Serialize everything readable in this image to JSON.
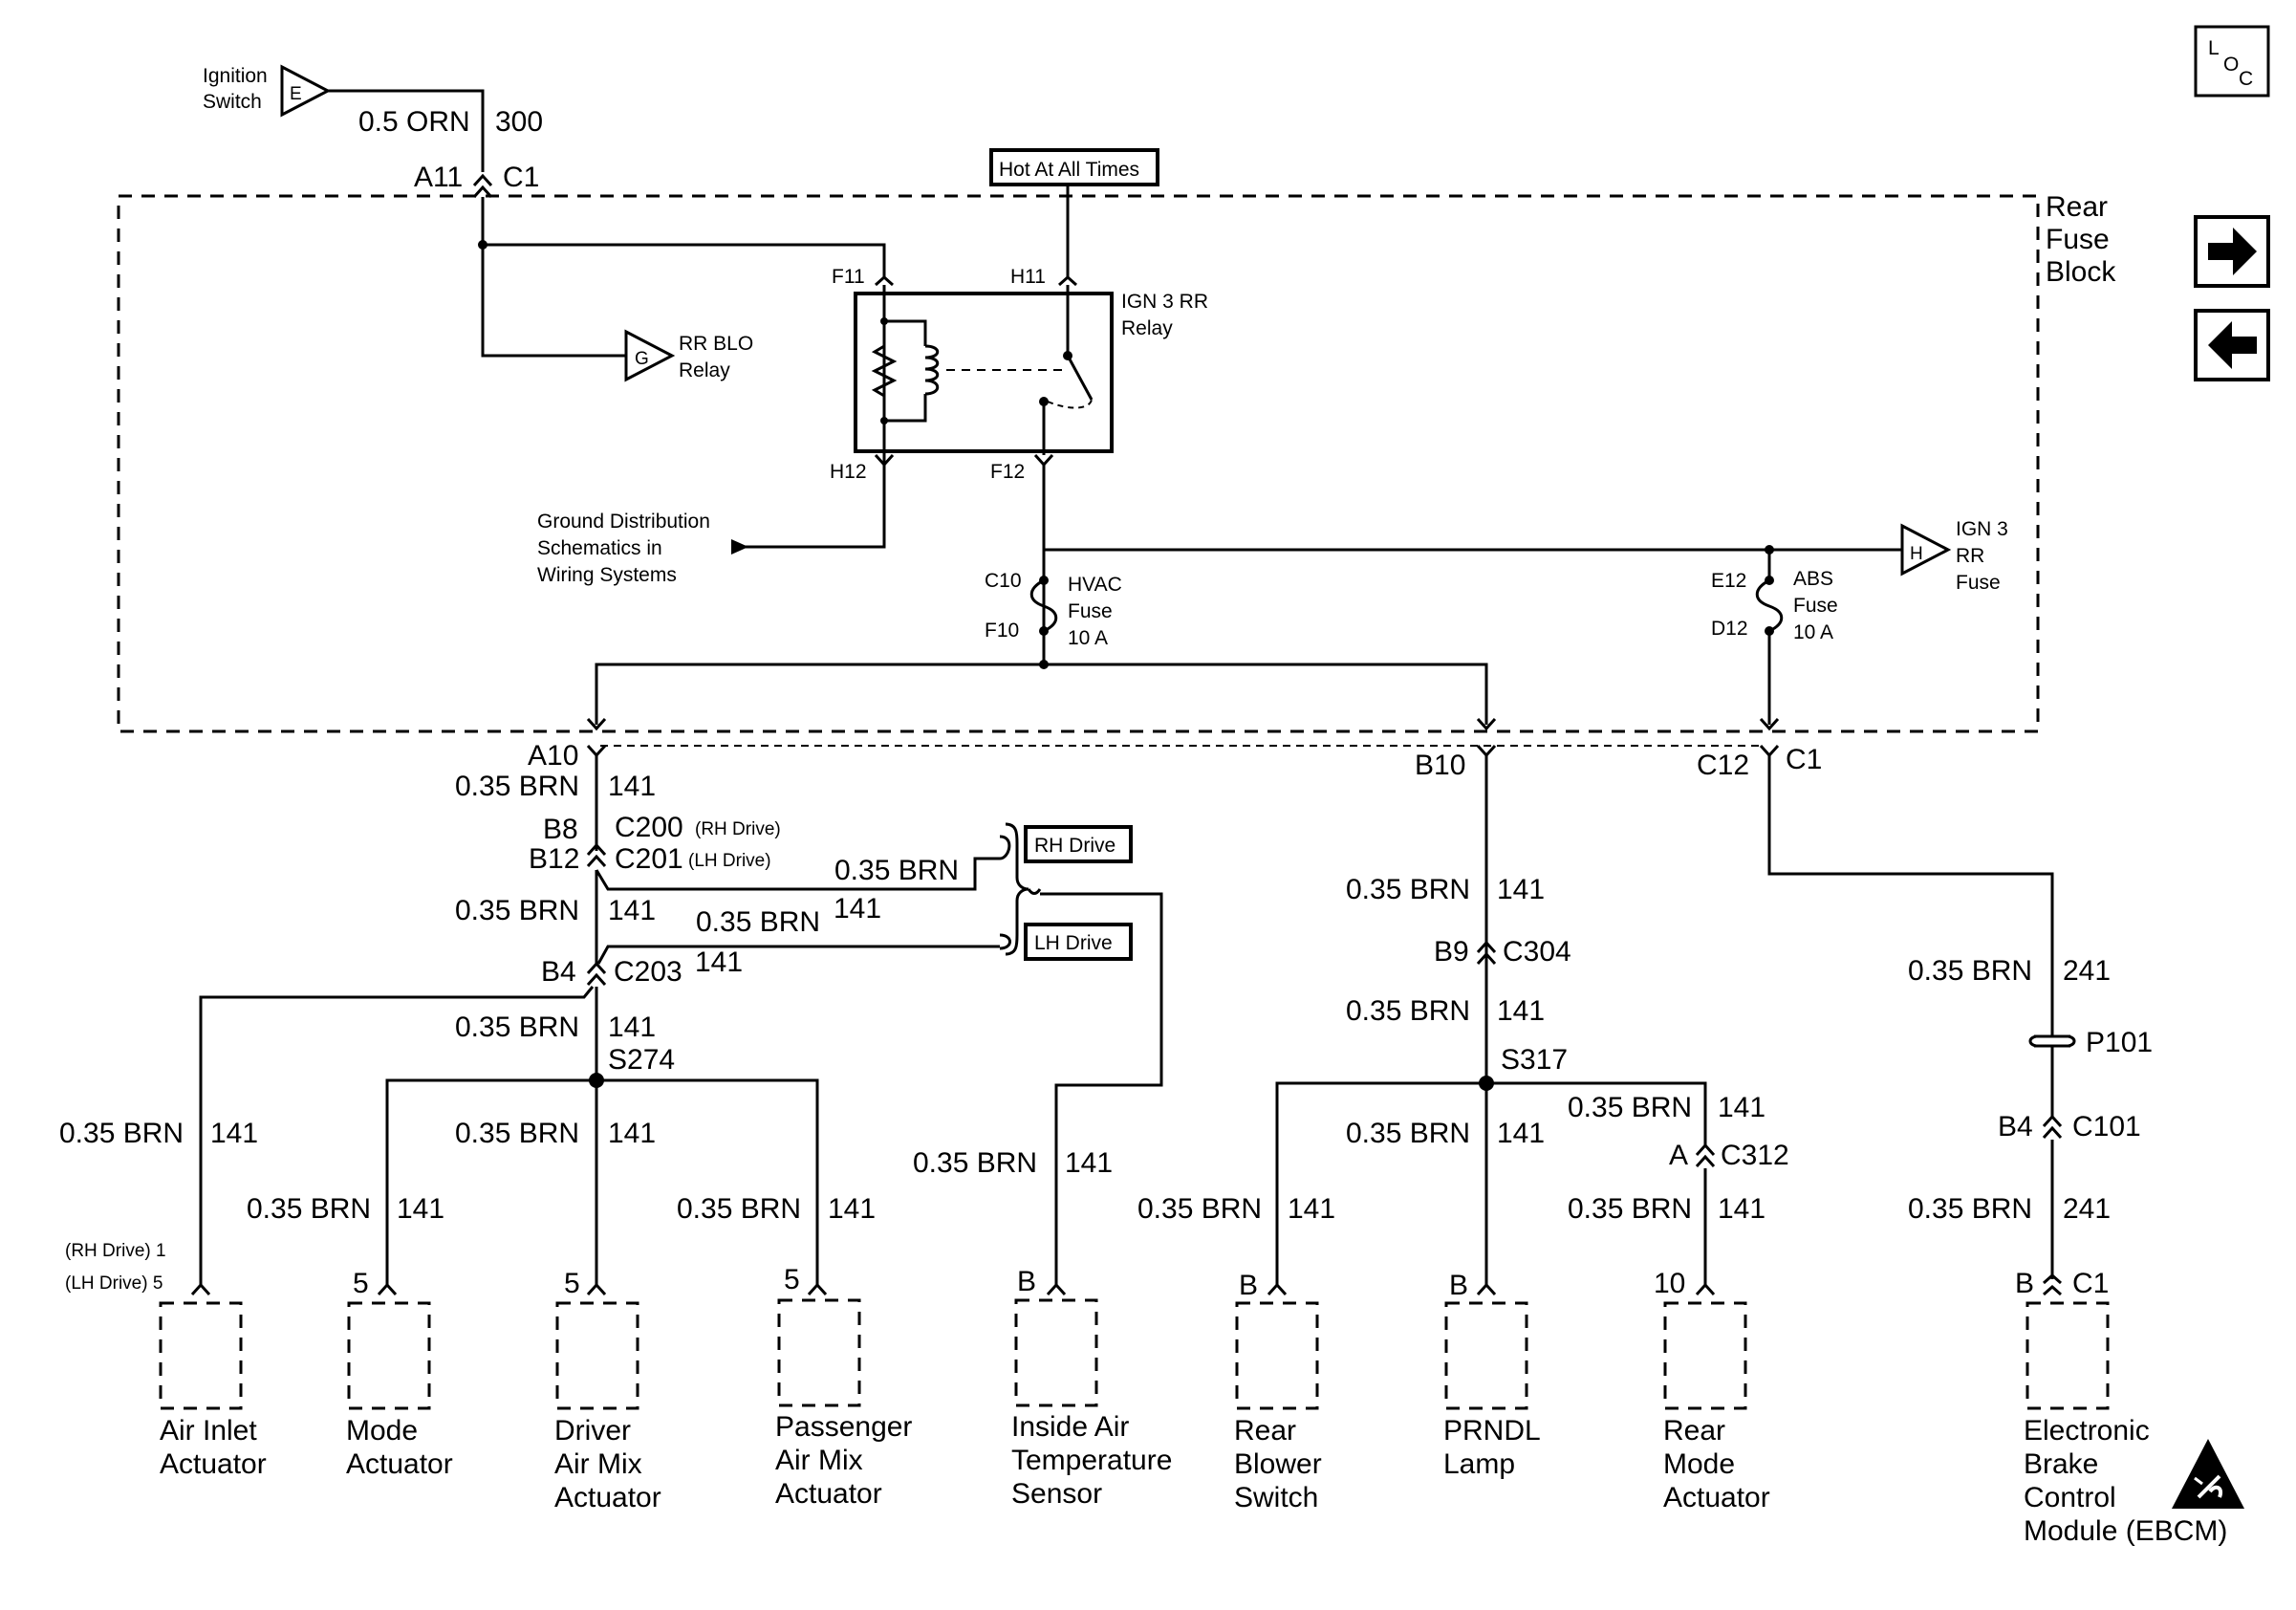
{
  "colors": {
    "wire": "#000000",
    "background": "#ffffff"
  },
  "nav": {
    "loc_l": "L",
    "loc_o": "O",
    "loc_c": "C",
    "next_icon": "right-arrow-icon",
    "prev_icon": "left-arrow-icon"
  },
  "top": {
    "ignition_line1": "Ignition",
    "ignition_line2": "Switch",
    "ignition_letter": "E",
    "wire_color": "0.5 ORN",
    "circuit": "300",
    "pin": "A11",
    "connector": "C1",
    "hot_label": "Hot At All Times"
  },
  "fuse_block": {
    "title1": "Rear",
    "title2": "Fuse",
    "title3": "Block",
    "f11": "F11",
    "h11": "H11",
    "h12": "H12",
    "f12": "F12",
    "relay_line1": "IGN 3 RR",
    "relay_line2": "Relay",
    "rr_blo_letter": "G",
    "rr_blo_line1": "RR BLO",
    "rr_blo_line2": "Relay",
    "ground_line1": "Ground Distribution",
    "ground_line2": "Schematics in",
    "ground_line3": "Wiring Systems",
    "ign3_letter": "H",
    "ign3_line1": "IGN 3",
    "ign3_line2": "RR",
    "ign3_line3": "Fuse",
    "hvac_top": "C10",
    "hvac_bottom": "F10",
    "hvac_line1": "HVAC",
    "hvac_line2": "Fuse",
    "hvac_line3": "10 A",
    "abs_top": "E12",
    "abs_bottom": "D12",
    "abs_line1": "ABS",
    "abs_line2": "Fuse",
    "abs_line3": "10 A",
    "a10": "A10",
    "b10": "B10",
    "c12": "C12",
    "c1": "C1"
  },
  "left_branch": {
    "w1": "0.35 BRN",
    "c1": "141",
    "b8": "B8",
    "c200": "C200",
    "c200_note": "(RH Drive)",
    "b12": "B12",
    "c201": "C201",
    "c201_note": "(LH Drive)",
    "rh_wire": "0.35 BRN",
    "w2": "0.35 BRN",
    "c2": "141",
    "lh_wire": "0.35 BRN",
    "lh_circuit": "141",
    "rh_drive": "RH Drive",
    "lh_drive": "LH Drive",
    "b4": "B4",
    "c203": "C203",
    "c203_circuit": "141",
    "w3": "0.35 BRN",
    "c3": "141",
    "s274": "S274"
  },
  "components": {
    "air_inlet": {
      "wire": "0.35 BRN",
      "circuit": "141",
      "rh_pin": "(RH Drive) 1",
      "lh_pin": "(LH Drive) 5",
      "name1": "Air Inlet",
      "name2": "Actuator"
    },
    "mode": {
      "wire": "0.35 BRN",
      "circuit": "141",
      "pin": "5",
      "name1": "Mode",
      "name2": "Actuator"
    },
    "driver_mix": {
      "wire": "0.35 BRN",
      "circuit": "141",
      "pin": "5",
      "name1": "Driver",
      "name2": "Air Mix",
      "name3": "Actuator"
    },
    "pass_mix": {
      "wire": "0.35 BRN",
      "circuit": "141",
      "pin": "5",
      "name1": "Passenger",
      "name2": "Air Mix",
      "name3": "Actuator"
    },
    "inside_air": {
      "wire": "0.35 BRN",
      "circuit": "141",
      "pin": "B",
      "name1": "Inside Air",
      "name2": "Temperature",
      "name3": "Sensor"
    },
    "rear_blower": {
      "wire": "0.35 BRN",
      "circuit": "141",
      "pin": "B",
      "name1": "Rear",
      "name2": "Blower",
      "name3": "Switch"
    },
    "prndl": {
      "wire": "0.35 BRN",
      "circuit": "141",
      "pin": "B",
      "name1": "PRNDL",
      "name2": "Lamp"
    },
    "rear_mode": {
      "wire_a": "0.35 BRN",
      "circuit_a": "141",
      "pin_a": "A",
      "connector": "C312",
      "wire": "0.35 BRN",
      "circuit": "141",
      "pin": "10",
      "name1": "Rear",
      "name2": "Mode",
      "name3": "Actuator"
    },
    "ebcm": {
      "wire1": "0.35 BRN",
      "circuit1": "241",
      "p101": "P101",
      "b4": "B4",
      "c101": "C101",
      "wire2": "0.35 BRN",
      "circuit2": "241",
      "pin": "B",
      "connector": "C1",
      "name1": "Electronic",
      "name2": "Brake",
      "name3": "Control",
      "name4": "Module (EBCM)",
      "esd_icon": "esd-warning-icon"
    }
  },
  "middle_branch": {
    "w1": "0.35 BRN",
    "c1": "141",
    "b9": "B9",
    "c304": "C304",
    "w2": "0.35 BRN",
    "c2": "141",
    "s317": "S317"
  }
}
